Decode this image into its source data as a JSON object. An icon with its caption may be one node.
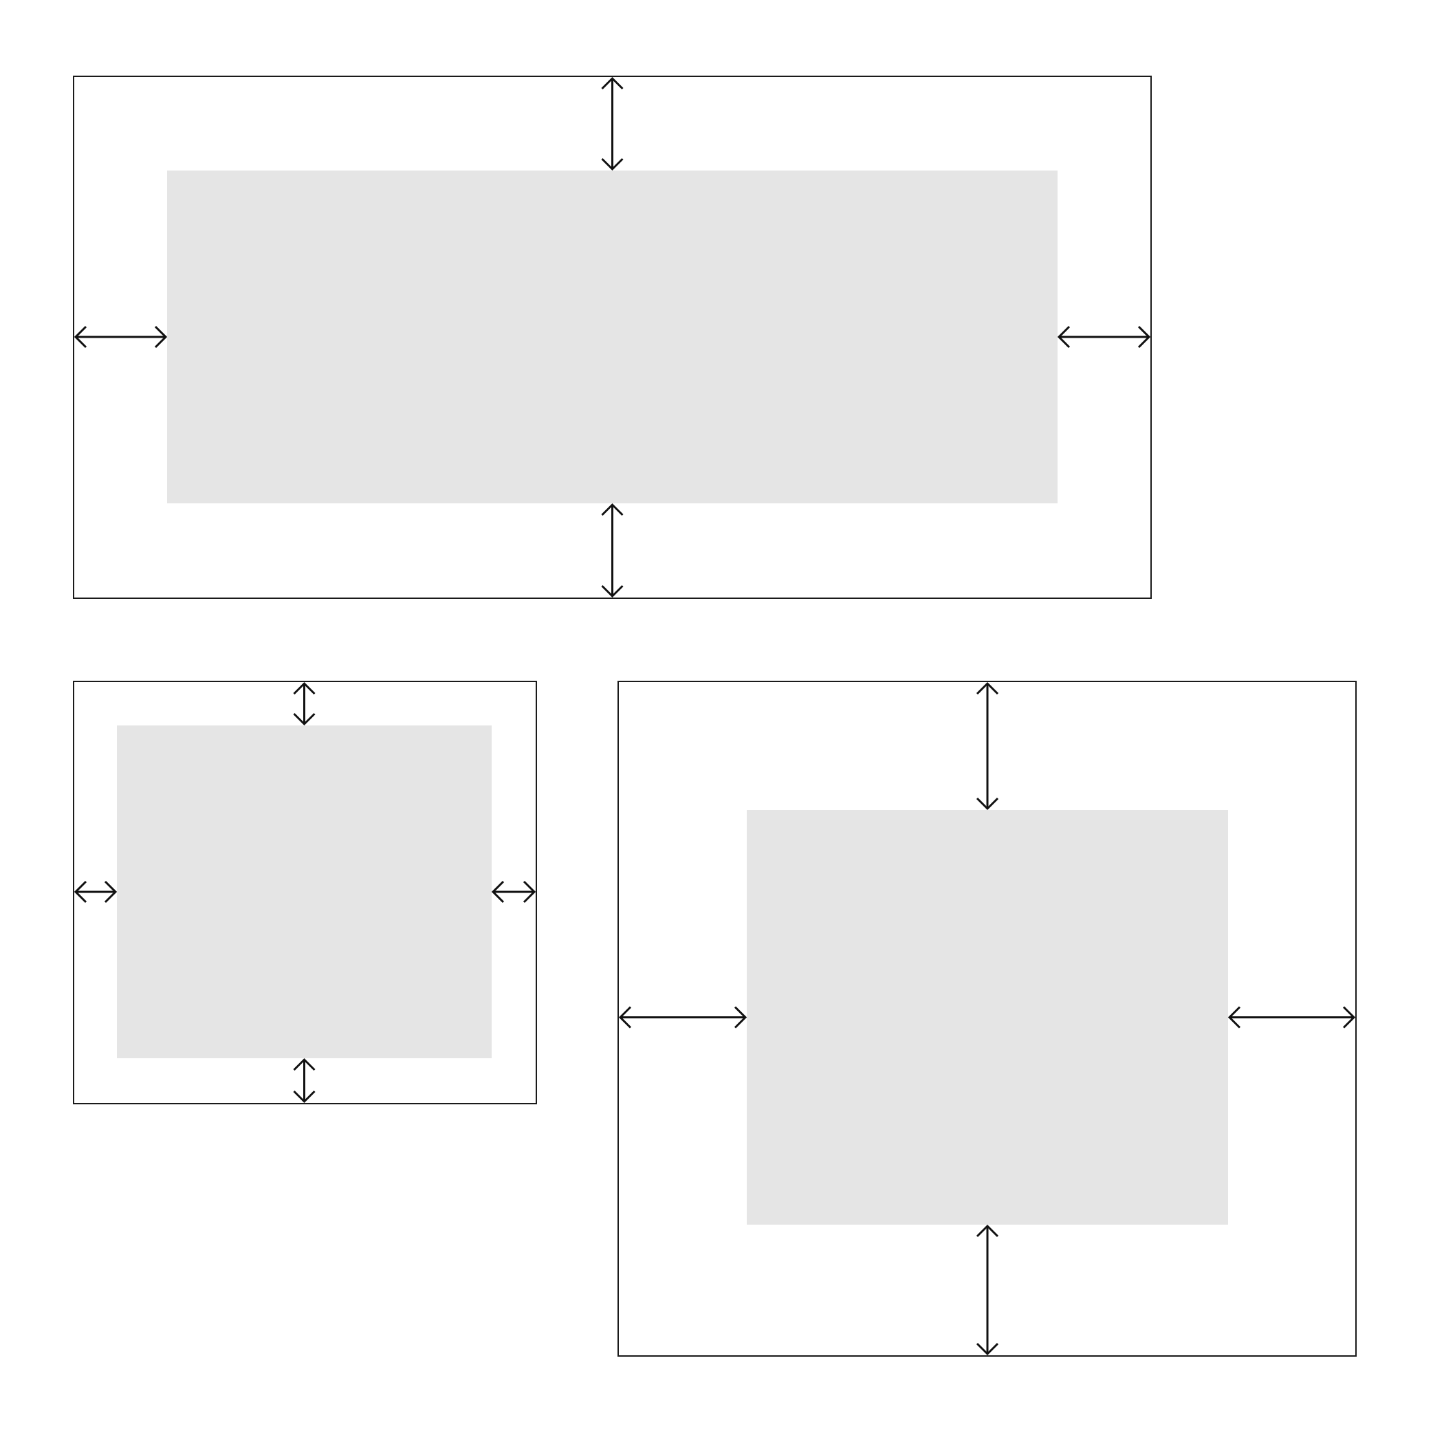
{
  "diagram": {
    "nodes": [
      {
        "text": [],
        "shape": "box"
      },
      {
        "text": [],
        "shape": "box",
        "in": 0
      },
      {
        "text": [],
        "shape": "box"
      },
      {
        "text": [],
        "shape": "box",
        "in": 2
      },
      {
        "text": [],
        "shape": "box"
      },
      {
        "text": [],
        "shape": "box",
        "in": 4
      }
    ],
    "edges": [
      {
        "from": 0,
        "to": 1,
        "arrow": "both"
      },
      {
        "from": 0,
        "to": 1,
        "arrow": "both"
      },
      {
        "from": 0,
        "to": 1,
        "arrow": "both"
      },
      {
        "from": 0,
        "to": 1,
        "arrow": "both"
      },
      {
        "from": 2,
        "to": 3,
        "arrow": "both"
      },
      {
        "from": 2,
        "to": 3,
        "arrow": "both"
      },
      {
        "from": 2,
        "to": 3,
        "arrow": "both"
      },
      {
        "from": 2,
        "to": 3,
        "arrow": "both"
      },
      {
        "from": 4,
        "to": 5,
        "arrow": "both"
      },
      {
        "from": 4,
        "to": 5,
        "arrow": "both"
      },
      {
        "from": 4,
        "to": 5,
        "arrow": "both"
      },
      {
        "from": 4,
        "to": 5,
        "arrow": "both"
      }
    ]
  }
}
